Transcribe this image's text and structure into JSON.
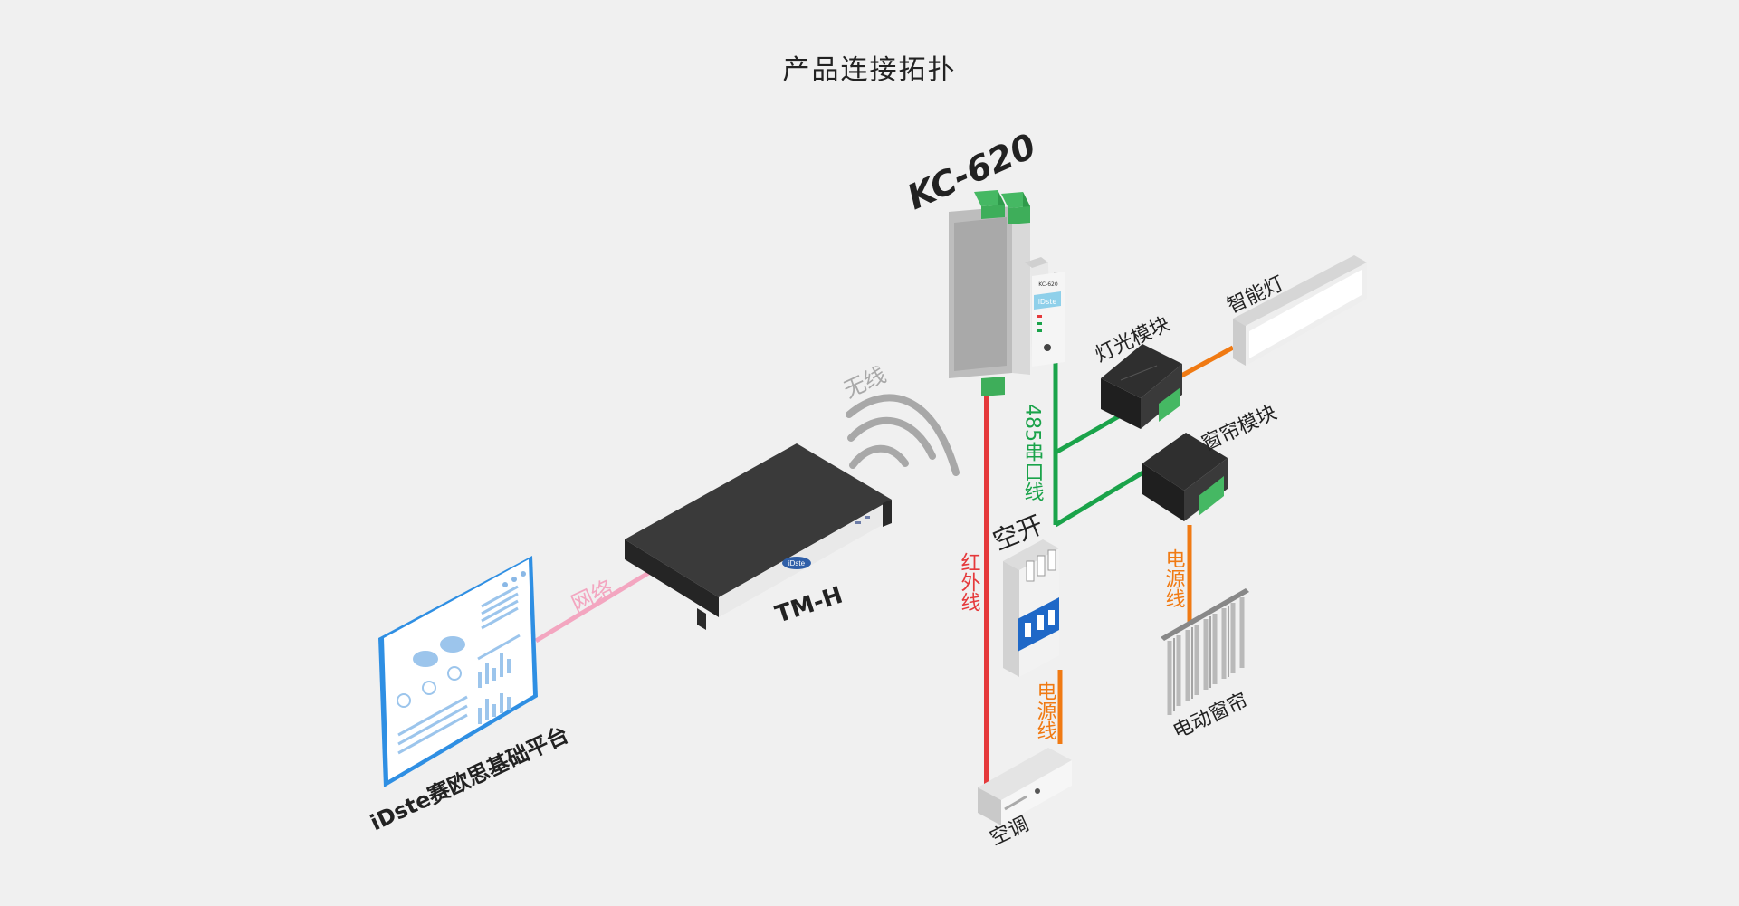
{
  "title": "产品连接拓扑",
  "devices": {
    "platform": "iDste赛欧思基础平台",
    "gateway": "TM-H",
    "controller": "KC-620",
    "breaker": "空开",
    "light_module": "灯光模块",
    "smart_light": "智能灯",
    "curtain_module": "窗帘模块",
    "curtain": "电动窗帘",
    "ac": "空调"
  },
  "links": {
    "network": "网络",
    "wireless": "无线",
    "ir": "红外线",
    "rs485": "485串口线",
    "power_left": "电源线",
    "power_right": "电源线"
  },
  "device_text": {
    "controller_front_model": "KC-620",
    "controller_front_brand": "iDste",
    "gateway_logo": "iDste"
  },
  "colors": {
    "network": "#f3a6c0",
    "wireless": "#a8a8a8",
    "ir": "#e5393b",
    "rs485": "#1aa34a",
    "power": "#f07a13",
    "platform_border": "#2f8fe3",
    "title": "#222222"
  }
}
